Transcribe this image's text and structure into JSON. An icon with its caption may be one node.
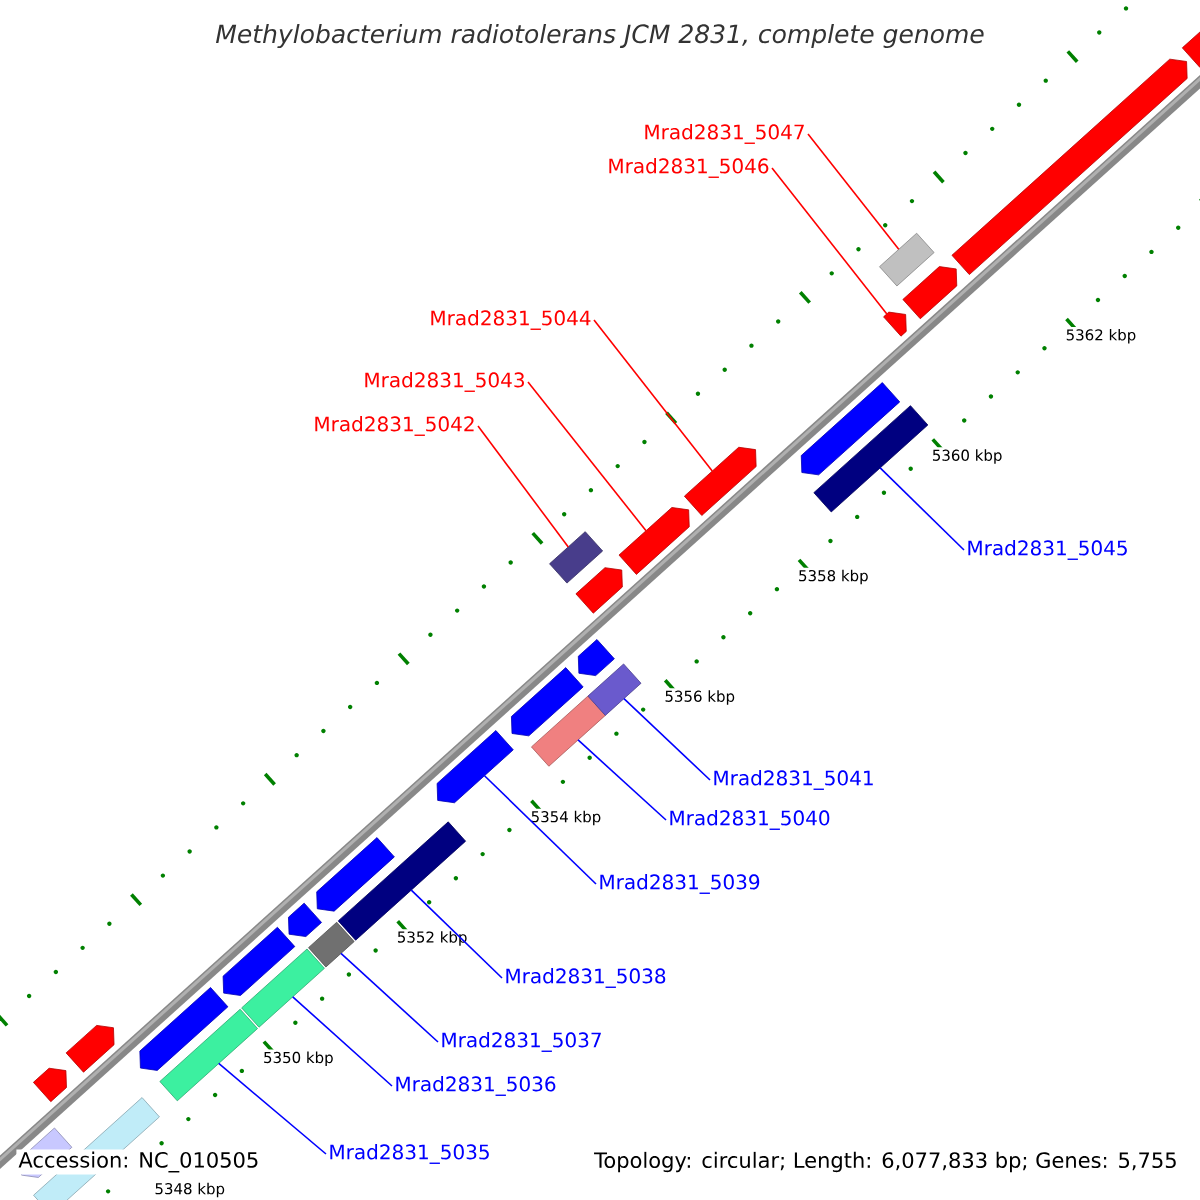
{
  "diagram": {
    "title": "Methylobacterium radiotolerans JCM 2831, complete genome",
    "nodes": [
      {
        "text": [
          "Mrad2831_5047"
        ]
      },
      {
        "text": [
          "Mrad2831_5046"
        ]
      },
      {
        "text": [
          "Mrad2831_5044"
        ]
      },
      {
        "text": [
          "Mrad2831_5043"
        ]
      },
      {
        "text": [
          "Mrad2831_5042"
        ]
      },
      {
        "text": [
          "Mrad2831_5045"
        ]
      },
      {
        "text": [
          "Mrad2831_5041"
        ]
      },
      {
        "text": [
          "Mrad2831_5040"
        ]
      },
      {
        "text": [
          "Mrad2831_5039"
        ]
      },
      {
        "text": [
          "Mrad2831_5038"
        ]
      },
      {
        "text": [
          "Mrad2831_5037"
        ]
      },
      {
        "text": [
          "Mrad2831_5036"
        ]
      },
      {
        "text": [
          "Mrad2831_5035"
        ]
      },
      {
        "text": [],
        "shape": "pentagon"
      },
      {
        "text": [],
        "shape": "box"
      },
      {
        "text": [],
        "shape": "pentagon"
      },
      {
        "text": [],
        "shape": "pentagon"
      },
      {
        "text": [],
        "shape": "pentagon"
      },
      {
        "text": [],
        "shape": "box"
      },
      {
        "text": [],
        "shape": "pentagon"
      },
      {
        "text": [],
        "shape": "box"
      },
      {
        "text": [],
        "shape": "pentagon"
      },
      {
        "text": [],
        "shape": "box"
      },
      {
        "text": [],
        "shape": "pentagon"
      },
      {
        "text": [],
        "shape": "box"
      },
      {
        "text": [],
        "shape": "pentagon"
      },
      {
        "text": [],
        "shape": "pentagon"
      },
      {
        "text": [],
        "shape": "box"
      },
      {
        "text": [],
        "shape": "box"
      },
      {
        "text": [],
        "shape": "pentagon"
      },
      {
        "text": [],
        "shape": "pentagon"
      },
      {
        "text": [],
        "shape": "box"
      },
      {
        "text": [],
        "shape": "pentagon"
      },
      {
        "text": [],
        "shape": "pentagon"
      },
      {
        "text": [],
        "shape": "pentagon"
      },
      {
        "text": [],
        "shape": "box"
      },
      {
        "text": [],
        "shape": "pentagon"
      },
      {
        "text": [],
        "shape": "pentagon"
      },
      {
        "text": [],
        "shape": "box"
      },
      {
        "text": [],
        "shape": "pentagon"
      },
      {
        "text": [],
        "shape": "pentagon"
      }
    ],
    "edges": [
      {
        "from": 0,
        "to": 38,
        "arrow": "none",
        "color": "#ff0000"
      },
      {
        "from": 1,
        "to": 36,
        "arrow": "none",
        "color": "#ff0000"
      },
      {
        "from": 2,
        "to": 33,
        "arrow": "none",
        "color": "#ff0000"
      },
      {
        "from": 3,
        "to": 32,
        "arrow": "none",
        "color": "#ff0000"
      },
      {
        "from": 4,
        "to": 31,
        "arrow": "none",
        "color": "#ff0000"
      },
      {
        "from": 5,
        "to": 35,
        "arrow": "none"
      },
      {
        "from": 6,
        "to": 28,
        "arrow": "none"
      },
      {
        "from": 7,
        "to": 27,
        "arrow": "none"
      },
      {
        "from": 8,
        "to": 25,
        "arrow": "none"
      },
      {
        "from": 9,
        "to": 24,
        "arrow": "none"
      },
      {
        "from": 10,
        "to": 22,
        "arrow": "none"
      },
      {
        "from": 11,
        "to": 20,
        "arrow": "none"
      },
      {
        "from": 12,
        "to": 18,
        "arrow": "none"
      }
    ],
    "labels": [
      "5362 kbp",
      "5360 kbp",
      "5358 kbp",
      "5356 kbp",
      "5354 kbp",
      "5352 kbp",
      "5350 kbp",
      "Accession: NC_010505",
      "Topology: circular; Length: 6,077,833 bp; Genes: 5,755",
      "5348 kbp"
    ]
  }
}
